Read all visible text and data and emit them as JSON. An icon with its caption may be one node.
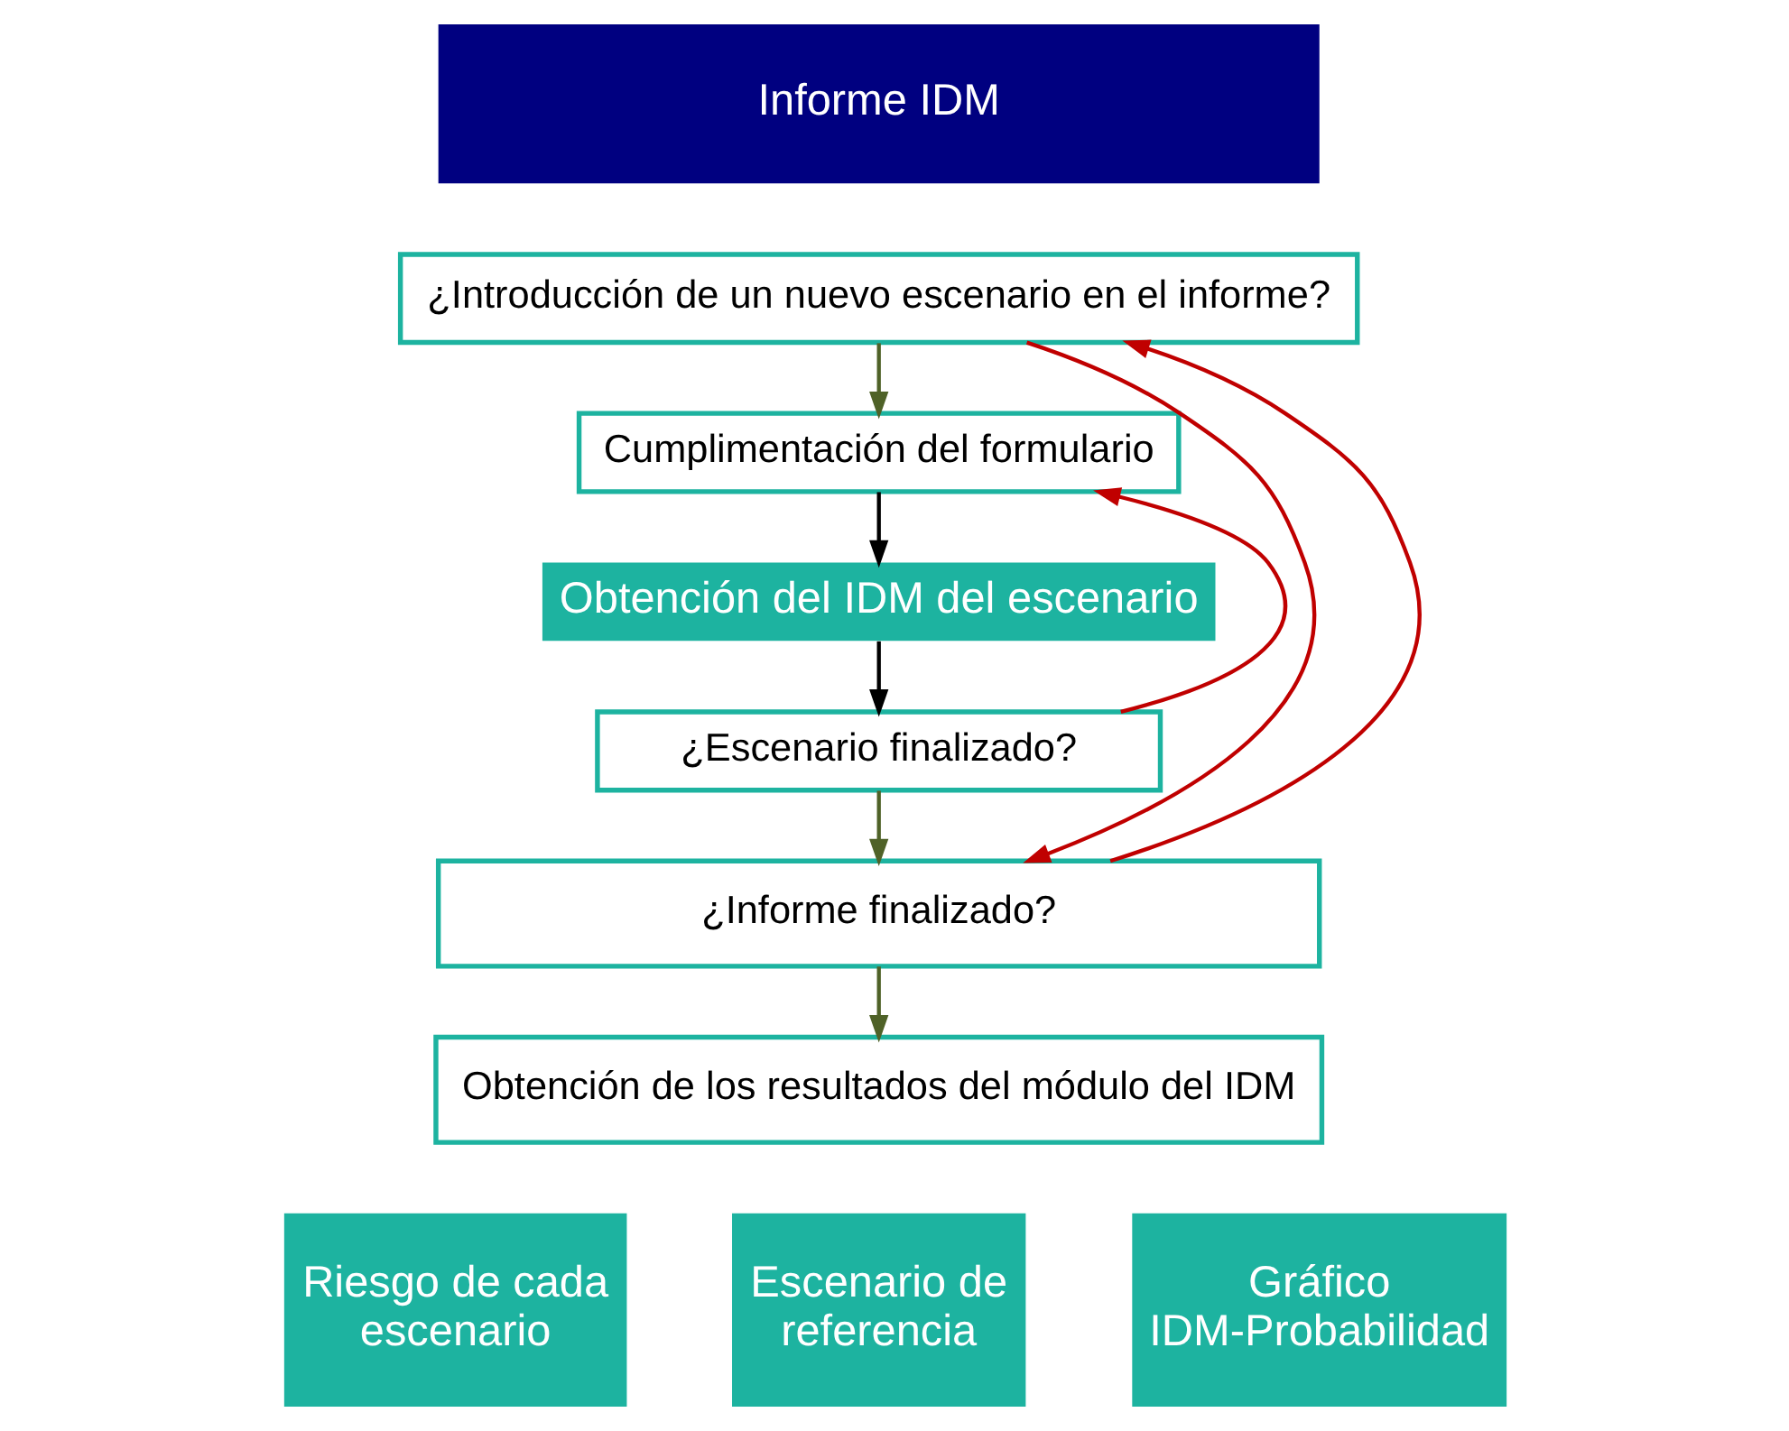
{
  "diagram": {
    "nodes": [
      {
        "text": [
          "Informe IDM"
        ]
      },
      {
        "text": [
          "¿Introducción de un nuevo escenario en el informe?"
        ]
      },
      {
        "text": [
          "Cumplimentación del formulario"
        ]
      },
      {
        "text": [
          "Obtención del IDM del escenario"
        ]
      },
      {
        "text": [
          "¿Escenario finalizado?"
        ]
      },
      {
        "text": [
          "¿Informe finalizado?"
        ]
      },
      {
        "text": [
          "Obtención de los resultados del módulo del IDM"
        ]
      },
      {
        "text": [
          "Riesgo de cada escenario"
        ]
      },
      {
        "text": [
          "Escenario de referencia"
        ]
      },
      {
        "text": [
          "Gráfico IDM-Probabilidad"
        ]
      }
    ],
    "edges": [
      {
        "from": 1,
        "to": 2,
        "arrow": "to"
      },
      {
        "from": 2,
        "to": 3,
        "arrow": "to",
        "color": "#000000"
      },
      {
        "from": 3,
        "to": 4,
        "arrow": "to",
        "color": "#000000"
      },
      {
        "from": 4,
        "to": 2,
        "arrow": "to",
        "color": "#c00000"
      },
      {
        "from": 4,
        "to": 5,
        "arrow": "to"
      },
      {
        "from": 1,
        "to": 5,
        "arrow": "to",
        "color": "#c00000"
      },
      {
        "from": 5,
        "to": 1,
        "arrow": "to",
        "color": "#c00000"
      },
      {
        "from": 5,
        "to": 6,
        "arrow": "to"
      }
    ]
  }
}
